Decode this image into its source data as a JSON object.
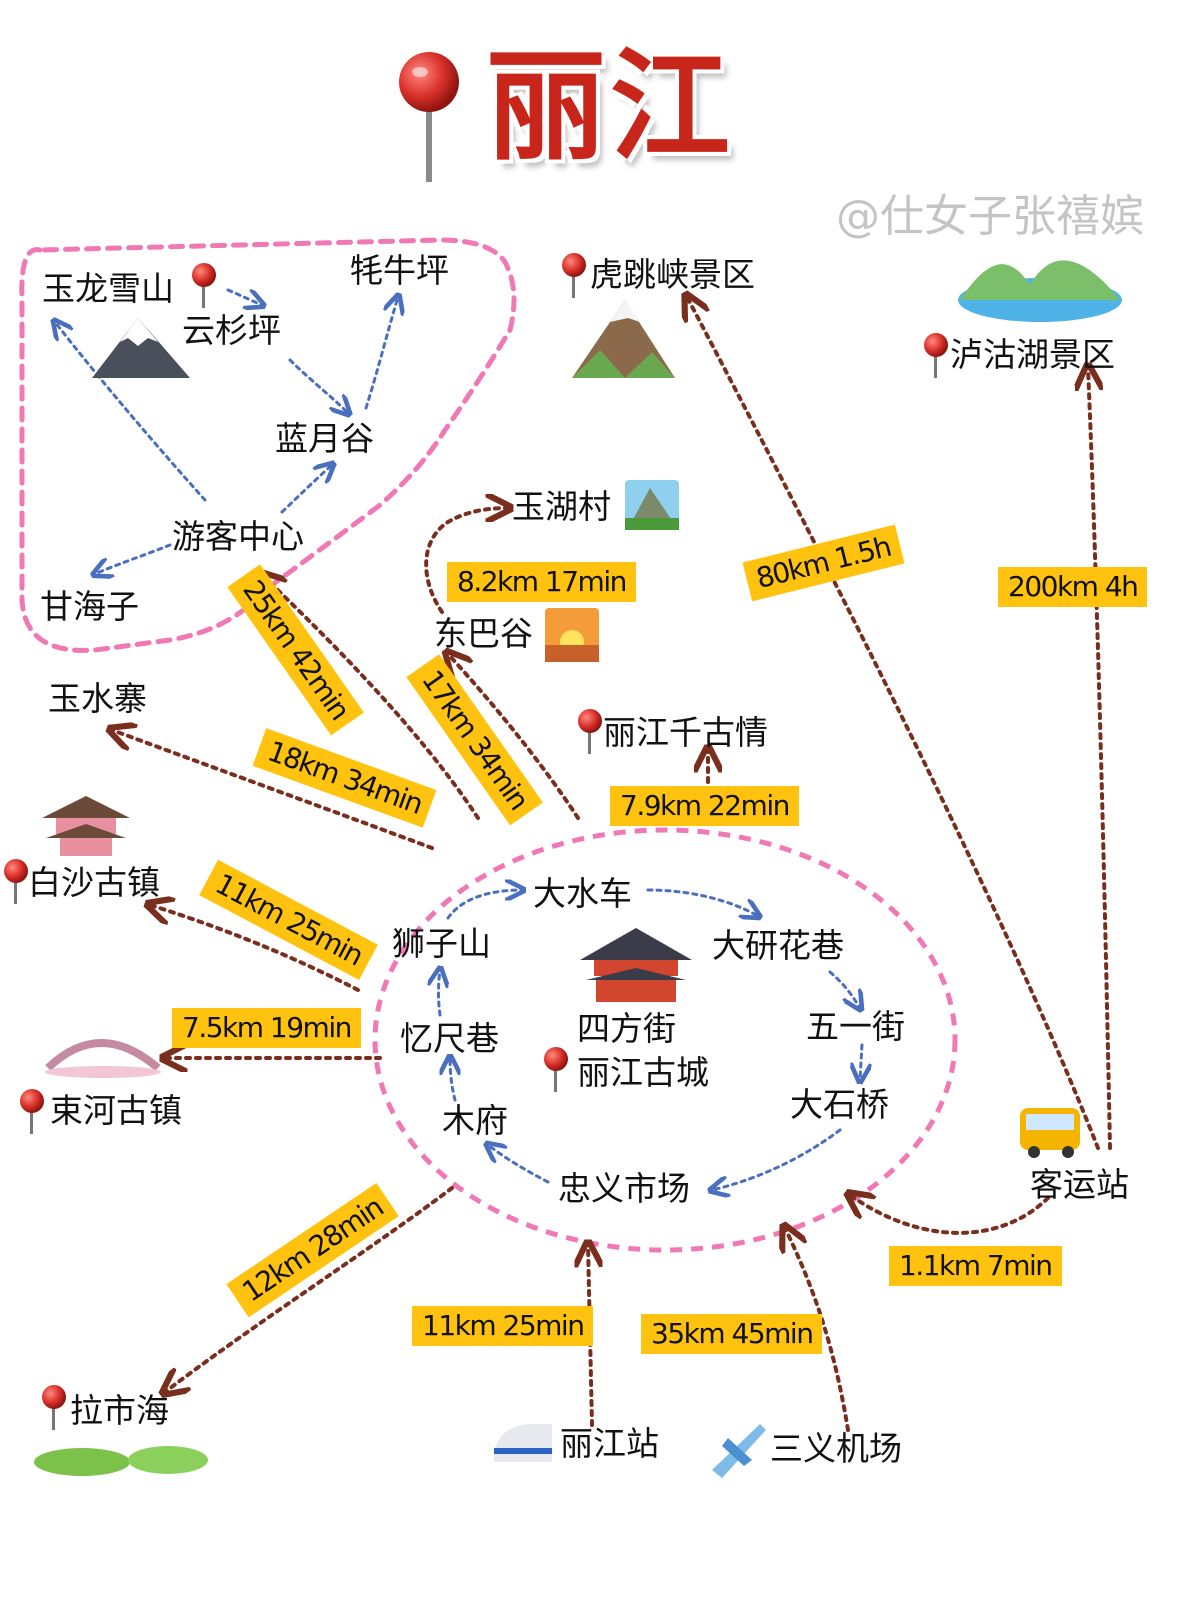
{
  "title": "丽江",
  "watermark": "@仕女子张禧嫔",
  "colors": {
    "route_brown": "#7A2E1E",
    "route_blue": "#4A6FBF",
    "loop_pink": "#F078B4",
    "tag_yellow": "#FFC20E",
    "pin_red": "#D9302A"
  },
  "places": {
    "yulong": "玉龙雪山",
    "yunshanping": "云杉坪",
    "maoniuping": "牦牛坪",
    "lanyuegu": "蓝月谷",
    "youke": "游客中心",
    "ganhaizi": "甘海子",
    "hutiaoxia": "虎跳峡景区",
    "luguhu": "泸沽湖景区",
    "yuhucun": "玉湖村",
    "dongbagu": "东巴谷",
    "yushuizhai": "玉水寨",
    "qianguqing": "丽江千古情",
    "baisha": "白沙古镇",
    "shuhe": "束河古镇",
    "lashihai": "拉市海",
    "station": "丽江站",
    "airport": "三义机场",
    "bus": "客运站",
    "dashuiche": "大水车",
    "shizishan": "狮子山",
    "dayan": "大研花巷",
    "sifangjie": "四方街",
    "gucheng": "丽江古城",
    "wuyijie": "五一街",
    "yichixiang": "忆尺巷",
    "mufu": "木府",
    "dashiqiao": "大石桥",
    "zhongyi": "忠义市场"
  },
  "routes": {
    "youke": "25km 42min",
    "yushuizhai": "18km 34min",
    "dongbagu": "17km 34min",
    "yuhucun": "8.2km 17min",
    "hutiaoxia": "80km 1.5h",
    "luguhu": "200km 4h",
    "qianguqing": "7.9km 22min",
    "baisha": "11km 25min",
    "shuhe": "7.5km 19min",
    "lashihai": "12km 28min",
    "bus": "1.1km 7min",
    "station": "11km 25min",
    "airport": "35km 45min"
  }
}
